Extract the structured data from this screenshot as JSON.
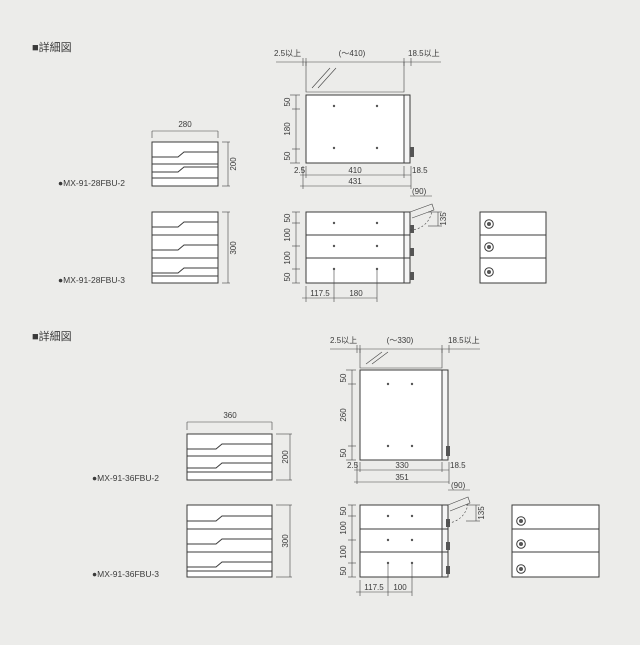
{
  "sections": [
    {
      "heading": "■詳細図",
      "models": [
        "●MX-91-28FBU-2",
        "●MX-91-28FBU-3"
      ],
      "front_width": "280",
      "h2": "200",
      "h3": "300",
      "side": {
        "top_left": "2.5以上",
        "top_mid": "(〜410)",
        "top_right": "18.5以上",
        "v_top": "50",
        "v_mid": "180",
        "v_bot": "50",
        "b_a": "2.5",
        "b_b": "410",
        "b_c": "18.5",
        "b_total": "431"
      },
      "side3": {
        "angle": "(90)",
        "door": "135",
        "v1": "50",
        "v2": "100",
        "v3": "100",
        "v4": "50",
        "h1": "117.5",
        "h2": "180"
      }
    },
    {
      "heading": "■詳細図",
      "models": [
        "●MX-91-36FBU-2",
        "●MX-91-36FBU-3"
      ],
      "front_width": "360",
      "h2": "200",
      "h3": "300",
      "side": {
        "top_left": "2.5以上",
        "top_mid": "(〜330)",
        "top_right": "18.5以上",
        "v_top": "50",
        "v_mid": "260",
        "v_bot": "50",
        "b_a": "2.5",
        "b_b": "330",
        "b_c": "18.5",
        "b_total": "351"
      },
      "side3": {
        "angle": "(90)",
        "door": "135",
        "v1": "50",
        "v2": "100",
        "v3": "100",
        "v4": "50",
        "h1": "117.5",
        "h2": "100"
      }
    }
  ]
}
